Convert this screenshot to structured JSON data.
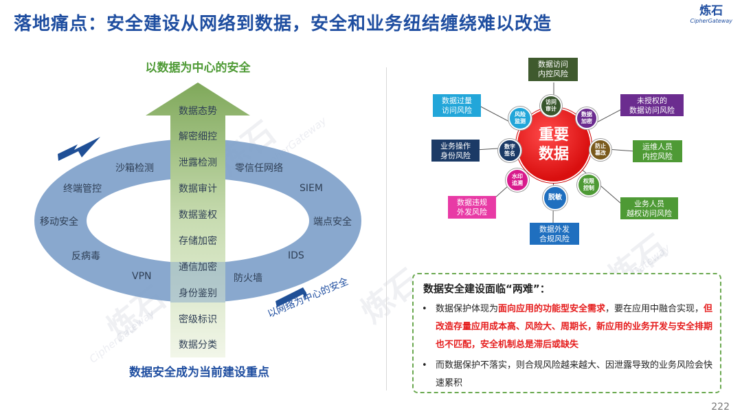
{
  "title": "落地痛点：安全建设从网络到数据，安全和业务纽结缠绕难以改造",
  "logo": {
    "cn": "炼石",
    "en": "CipherGateway"
  },
  "left": {
    "top_label": "以数据为中心的安全",
    "bottom_label": "数据安全成为当前建设重点",
    "network_label": "以网络为中心的安全",
    "ring_items": [
      {
        "text": "沙箱检测"
      },
      {
        "text": "零信任网络"
      },
      {
        "text": "终端管控"
      },
      {
        "text": "SIEM"
      },
      {
        "text": "移动安全"
      },
      {
        "text": "端点安全"
      },
      {
        "text": "反病毒"
      },
      {
        "text": "IDS"
      },
      {
        "text": "VPN"
      },
      {
        "text": "防火墙"
      }
    ],
    "arrow_items": [
      "数据态势",
      "解密细控",
      "泄露检测",
      "数据审计",
      "数据鉴权",
      "存储加密",
      "通信加密",
      "身份鉴别",
      "密级标识",
      "数据分类"
    ]
  },
  "right": {
    "center": "重要\n数据",
    "nodes": [
      {
        "label": "访问\n审计",
        "color": "#38562d"
      },
      {
        "label": "数据\n加密",
        "color": "#6b2c8f"
      },
      {
        "label": "防止\n篡改",
        "color": "#7a5a1c"
      },
      {
        "label": "权限\n控制",
        "color": "#4e9a35"
      },
      {
        "label": "脱敏",
        "color": "#1f6fbf"
      },
      {
        "label": "水印\n追溯",
        "color": "#d81b8c"
      },
      {
        "label": "数字\n签名",
        "color": "#1b3a66"
      },
      {
        "label": "风险\n监测",
        "color": "#22a6d9"
      }
    ],
    "risks": [
      {
        "label": "数据访问\n内控风险",
        "color": "#3f5a2e"
      },
      {
        "label": "未授权的\n数据访问风险",
        "color": "#6b2c8f"
      },
      {
        "label": "运维人员\n内控风险",
        "color": "#4e9a35"
      },
      {
        "label": "业务人员\n越权访问风险",
        "color": "#4e9a35"
      },
      {
        "label": "数据外发\n合规风险",
        "color": "#1f6fbf"
      },
      {
        "label": "数据违规\n外发风险",
        "color": "#e83aa5"
      },
      {
        "label": "业务操作\n身份风险",
        "color": "#1b3a66"
      },
      {
        "label": "数据过量\n访问风险",
        "color": "#22a6d9"
      }
    ],
    "accent_red": "#e51c1c"
  },
  "panel": {
    "title": "数据安全建设面临“两难”：",
    "b1_pre": "数据保护体现为",
    "b1_red1": "面向应用的功能型安全需求",
    "b1_mid": "，要在应用中融合实现，",
    "b1_red2": "但改造存量应用成本高、风险大、周期长，新应用的业务开发与安全排期也不匹配，安全机制总是滞后或缺失",
    "b2": "而数据保护不落实，则合规风险越来越大、因泄露导致的业务风险会快速累积"
  },
  "page_number": "222",
  "watermark": {
    "cn": "炼石",
    "en": "CipherGateway"
  }
}
